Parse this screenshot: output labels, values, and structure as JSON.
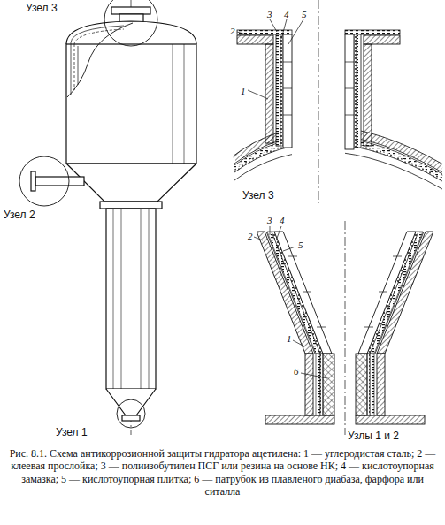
{
  "diagram": {
    "caption": "Рис. 8.1. Схема антикоррозионной защиты гидратора ацетилена: 1 — углеродистая сталь; 2 — клеевая прослойка; 3 — полиизобутилен ПСГ или резина на основе НК; 4 — кислотоупорная замазка; 5 — кислотоупорная плитка; 6 — патрубок из плавленого диабаза, фарфора или ситалла",
    "labels": [
      "Узел 3",
      "Узел 2",
      "Узел 1",
      "Узел 3",
      "Узлы 1 и 2",
      "3",
      "4",
      "5",
      "2",
      "1",
      "3",
      "4",
      "2",
      "5",
      "1",
      "6"
    ]
  }
}
